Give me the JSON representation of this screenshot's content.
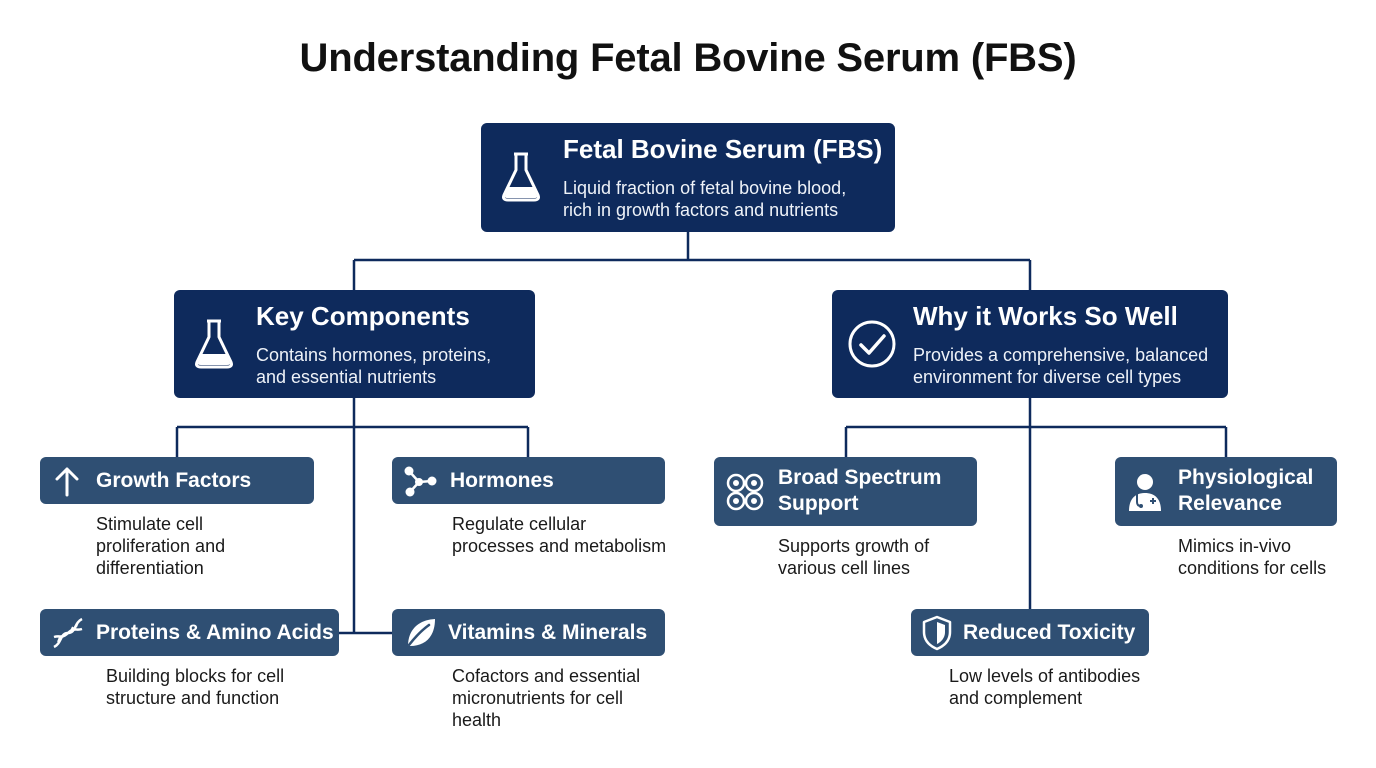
{
  "title": "Understanding Fetal Bovine Serum (FBS)",
  "colors": {
    "dark_navy": "#0e2a5c",
    "slate_blue": "#2f4f73",
    "line": "#0e2a5c"
  },
  "root": {
    "title": "Fetal Bovine Serum (FBS)",
    "desc_line1": "Liquid fraction of fetal bovine blood,",
    "desc_line2": "rich in growth factors and nutrients",
    "icon": "flask-icon"
  },
  "key_components": {
    "title": "Key Components",
    "desc_line1": "Contains hormones, proteins,",
    "desc_line2": "and essential nutrients",
    "icon": "flask-icon"
  },
  "why_it_works": {
    "title": "Why it Works So Well",
    "desc_line1": "Provides a comprehensive, balanced",
    "desc_line2": "environment for diverse cell types",
    "icon": "check-circle-icon"
  },
  "components": [
    {
      "label": "Growth Factors",
      "icon": "arrow-up-icon",
      "desc": [
        "Stimulate cell",
        "proliferation and",
        "differentiation"
      ]
    },
    {
      "label": "Hormones",
      "icon": "molecule-icon",
      "desc": [
        "Regulate cellular",
        "processes and metabolism"
      ]
    },
    {
      "label": "Proteins & Amino Acids",
      "icon": "dna-icon",
      "desc": [
        "Building blocks for cell",
        "structure and function"
      ]
    },
    {
      "label": "Vitamins & Minerals",
      "icon": "leaf-icon",
      "desc": [
        "Cofactors and essential",
        "micronutrients for cell",
        "health"
      ]
    }
  ],
  "benefits": [
    {
      "label_line1": "Broad Spectrum",
      "label_line2": "Support",
      "icon": "cells-icon",
      "desc": [
        "Supports growth of",
        "various cell lines"
      ]
    },
    {
      "label_line1": "Physiological",
      "label_line2": "Relevance",
      "icon": "doctor-icon",
      "desc": [
        "Mimics in-vivo",
        "conditions for cells"
      ]
    },
    {
      "label": "Reduced Toxicity",
      "icon": "shield-icon",
      "desc": [
        "Low levels of antibodies",
        "and complement"
      ]
    }
  ]
}
